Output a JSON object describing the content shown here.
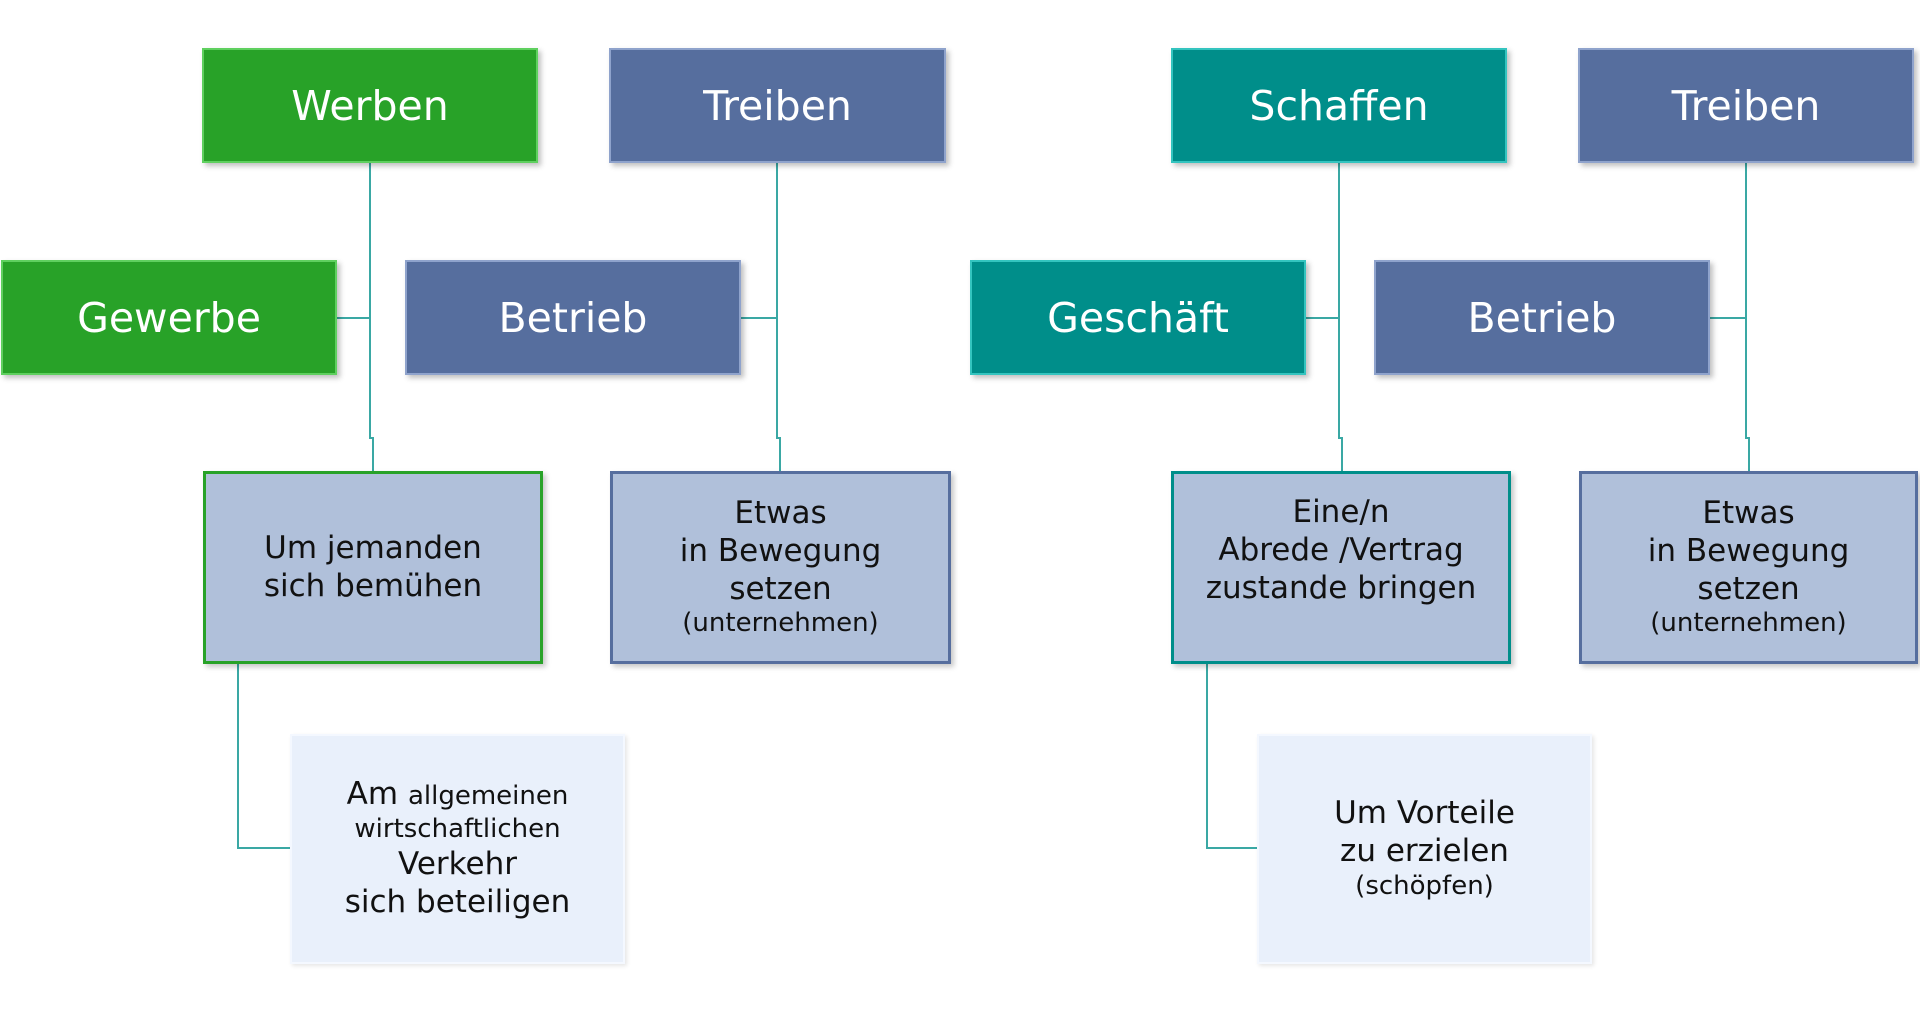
{
  "colors": {
    "green": "#28a228",
    "blue": "#566e9e",
    "teal": "#008e8a",
    "definition_fill": "#b0c0da",
    "note_fill": "#e9f0fb",
    "connector": "#3aa8a4"
  },
  "left": {
    "werben": {
      "title": "Werben",
      "child": "Gewerbe",
      "definition": [
        "Um jemanden",
        "sich bemühen"
      ],
      "note": {
        "line1_big": "Am",
        "line1_small": "allgemeinen",
        "line2": "wirtschaftlichen",
        "line3": "Verkehr",
        "line4": "sich beteiligen"
      }
    },
    "treiben": {
      "title": "Treiben",
      "child": "Betrieb",
      "definition": [
        "Etwas",
        "in Bewegung",
        "setzen",
        "(unternehmen)"
      ]
    }
  },
  "right": {
    "schaffen": {
      "title": "Schaffen",
      "child": "Geschäft",
      "definition": [
        "Eine/n",
        "Abrede /Vertrag",
        "zustande bringen"
      ],
      "note": [
        "Um Vorteile",
        "zu erzielen",
        "(schöpfen)"
      ]
    },
    "treiben": {
      "title": "Treiben",
      "child": "Betrieb",
      "definition": [
        "Etwas",
        "in Bewegung",
        "setzen",
        "(unternehmen)"
      ]
    }
  }
}
